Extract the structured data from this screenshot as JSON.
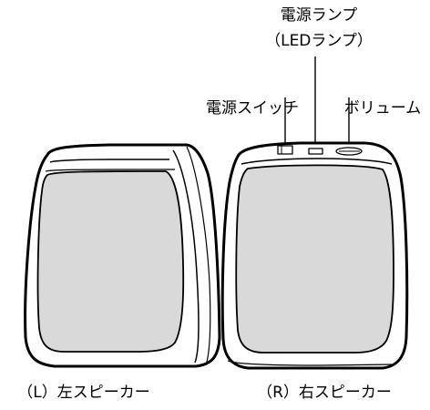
{
  "labels": {
    "power_lamp_line1": "電源ランプ",
    "power_lamp_line2": "（LEDランプ）",
    "power_switch": "電源スイッチ",
    "volume": "ボリューム",
    "left_speaker": "（L）左スピーカー",
    "right_speaker": "（R）右スピーカー"
  },
  "colors": {
    "body_fill": "#ffffff",
    "grille_fill": "#d9d9d9",
    "outline": "#000000"
  }
}
